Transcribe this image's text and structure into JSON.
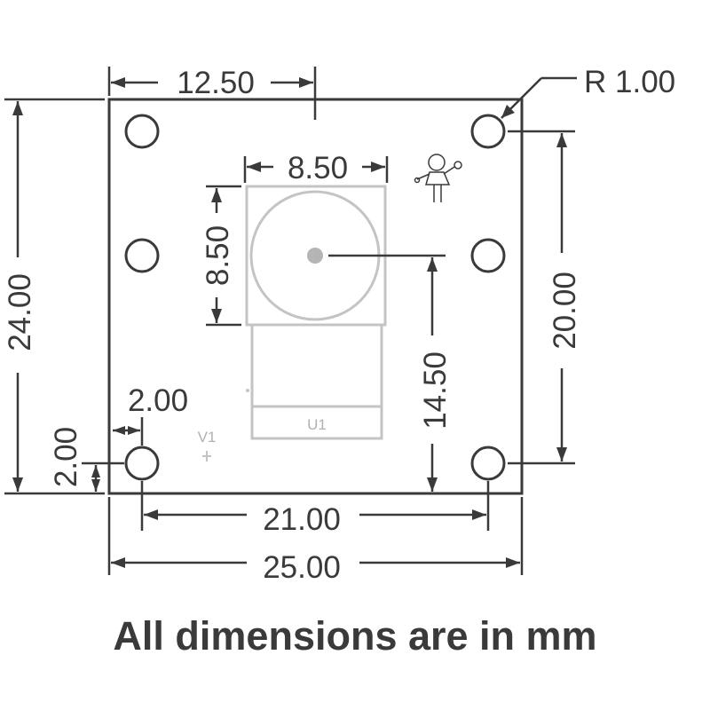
{
  "units_note": "All dimensions are in mm",
  "dimensions": {
    "board_width": "25.00",
    "board_height": "24.00",
    "hole_span_x": "21.00",
    "hole_span_y": "20.00",
    "center_offset_x": "12.50",
    "center_offset_y": "14.50",
    "lens_width": "8.50",
    "lens_height": "8.50",
    "edge_offset_x": "2.00",
    "edge_offset_y": "2.00",
    "hole_radius": "R 1.00"
  },
  "labels": {
    "module": "U1",
    "component": "V1"
  },
  "colors": {
    "lines": "#3a3a3a",
    "component_outline": "#c4c4c4",
    "lens_center": "#b5b5b5"
  }
}
